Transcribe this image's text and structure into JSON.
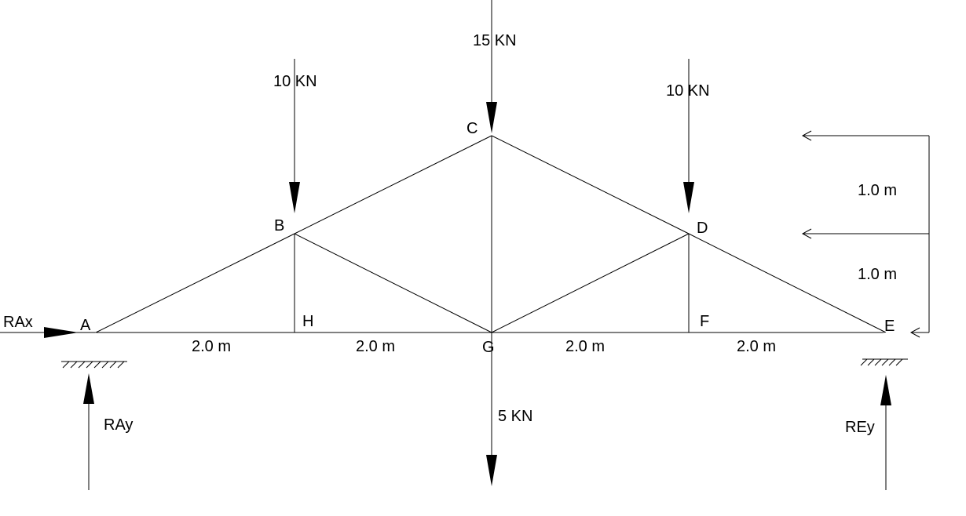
{
  "nodes": {
    "A": "A",
    "B": "B",
    "C": "C",
    "D": "D",
    "E": "E",
    "F": "F",
    "G": "G",
    "H": "H"
  },
  "loads": {
    "B": "10 KN",
    "C": "15 KN",
    "D": "10 KN",
    "G": "5 KN"
  },
  "reactions": {
    "RAx": "RAx",
    "RAy": "RAy",
    "REy": "REy"
  },
  "span_dimensions": [
    "2.0 m",
    "2.0 m",
    "2.0 m",
    "2.0 m"
  ],
  "height_dimensions": [
    "1.0 m",
    "1.0 m"
  ]
}
